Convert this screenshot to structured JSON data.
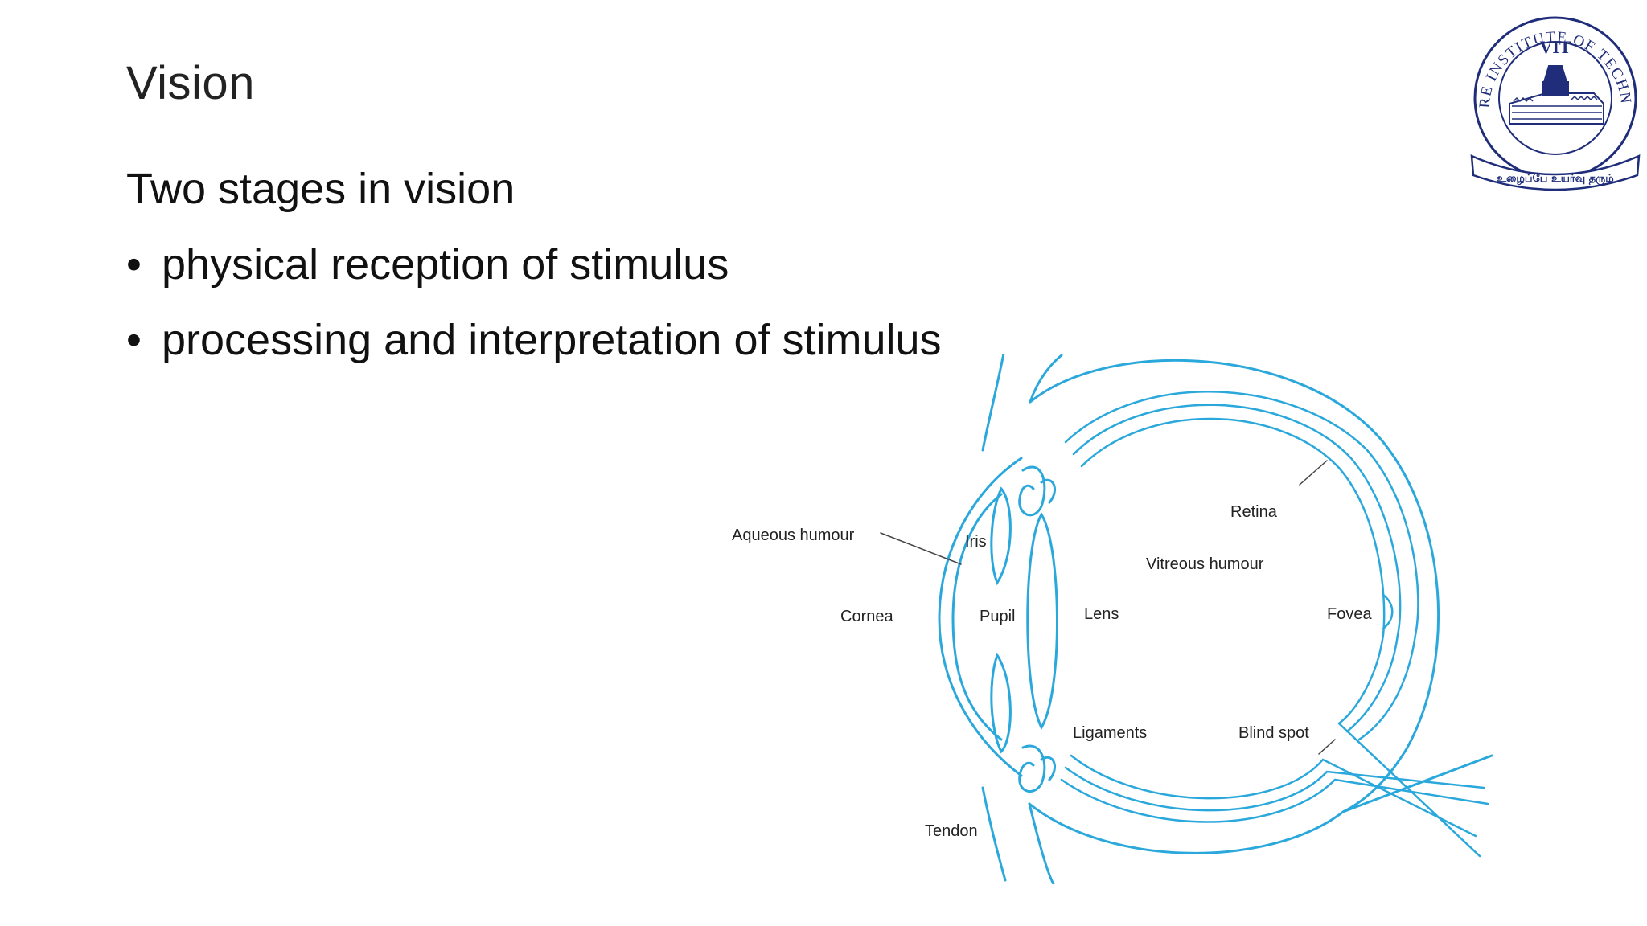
{
  "slide": {
    "title": "Vision",
    "heading": "Two stages in vision",
    "bullets": [
      "physical reception of stimulus",
      "processing and interpretation of stimulus"
    ],
    "bullet_glyph": "•"
  },
  "logo": {
    "ring_text": "VELLORE INSTITUTE OF TECHNOLOGY",
    "abbr": "VIT",
    "motto": "உழைப்பே உயர்வு தரும்",
    "colors": {
      "primary": "#1f2d7a"
    }
  },
  "diagram": {
    "line_color": "#2aa8dc",
    "labels": {
      "aqueous": "Aqueous humour",
      "iris": "Iris",
      "cornea": "Cornea",
      "pupil": "Pupil",
      "lens": "Lens",
      "retina": "Retina",
      "vitreous": "Vitreous humour",
      "fovea": "Fovea",
      "ligaments": "Ligaments",
      "blind_spot": "Blind spot",
      "tendon": "Tendon"
    }
  }
}
